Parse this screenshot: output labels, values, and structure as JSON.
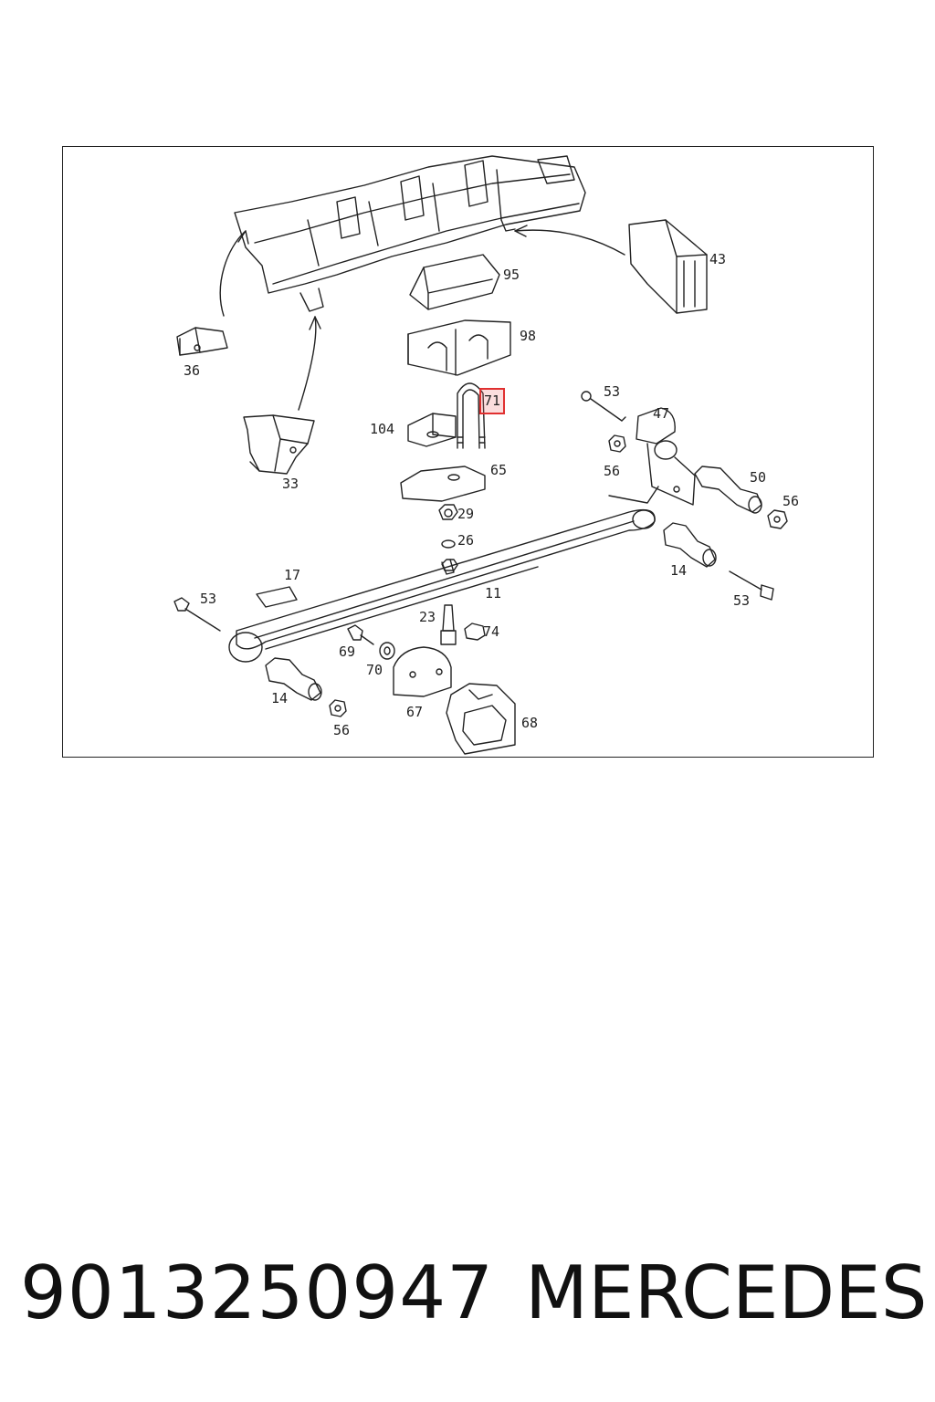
{
  "diagram": {
    "highlight_color": "#e03030",
    "callouts": [
      {
        "id": "43",
        "label": "43"
      },
      {
        "id": "95",
        "label": "95"
      },
      {
        "id": "98",
        "label": "98"
      },
      {
        "id": "36",
        "label": "36"
      },
      {
        "id": "71",
        "label": "71",
        "highlighted": true
      },
      {
        "id": "53a",
        "label": "53"
      },
      {
        "id": "47",
        "label": "47"
      },
      {
        "id": "104",
        "label": "104"
      },
      {
        "id": "33",
        "label": "33"
      },
      {
        "id": "65",
        "label": "65"
      },
      {
        "id": "56a",
        "label": "56"
      },
      {
        "id": "50",
        "label": "50"
      },
      {
        "id": "56b",
        "label": "56"
      },
      {
        "id": "29",
        "label": "29"
      },
      {
        "id": "26",
        "label": "26"
      },
      {
        "id": "14a",
        "label": "14"
      },
      {
        "id": "17",
        "label": "17"
      },
      {
        "id": "53b",
        "label": "53"
      },
      {
        "id": "11",
        "label": "11"
      },
      {
        "id": "53c",
        "label": "53"
      },
      {
        "id": "23",
        "label": "23"
      },
      {
        "id": "74",
        "label": "74"
      },
      {
        "id": "69",
        "label": "69"
      },
      {
        "id": "70",
        "label": "70"
      },
      {
        "id": "14b",
        "label": "14"
      },
      {
        "id": "67",
        "label": "67"
      },
      {
        "id": "68",
        "label": "68"
      },
      {
        "id": "56c",
        "label": "56"
      }
    ]
  },
  "footer": {
    "part_number": "9013250947",
    "brand": "MERCEDES"
  }
}
